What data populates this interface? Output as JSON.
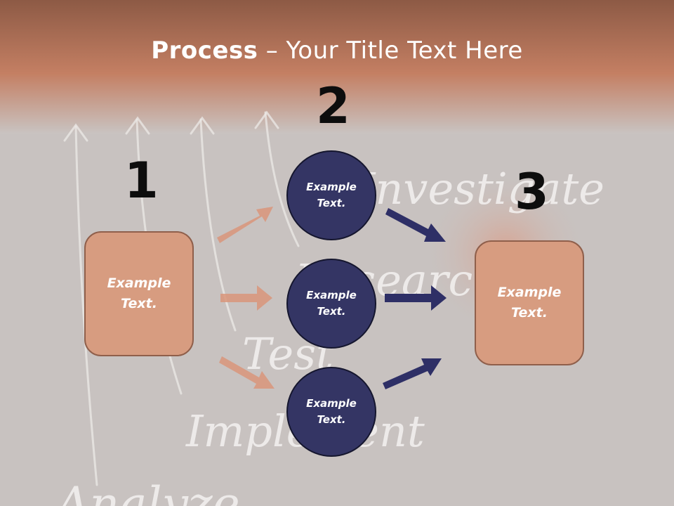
{
  "title": {
    "bold": "Process",
    "rest": " – Your Title Text Here"
  },
  "steps": [
    {
      "number": "1",
      "label": "Example Text."
    },
    {
      "number": "2",
      "labels": [
        "Example Text.",
        "Example Text.",
        "Example Text."
      ]
    },
    {
      "number": "3",
      "label": "Example Text."
    }
  ],
  "background_words": [
    "Investigate",
    "Research",
    "Test",
    "Implement",
    "Analyze"
  ],
  "colors": {
    "header_band": "#b8735a",
    "box_fill": "#d79c80",
    "circle_fill": "#343564",
    "left_arrows": "#d9957a",
    "right_arrows": "#2e2f66"
  }
}
